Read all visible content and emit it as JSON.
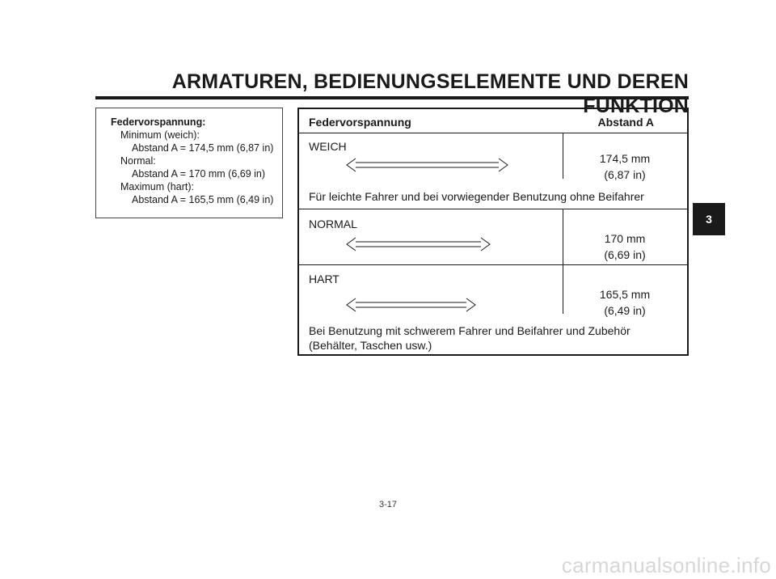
{
  "header": {
    "title": "ARMATUREN, BEDIENUNGSELEMENTE UND DEREN FUNKTION"
  },
  "spec": {
    "heading": "Federvorspannung:",
    "min_label": "Minimum (weich):",
    "min_value": "Abstand A = 174,5 mm (6,87 in)",
    "normal_label": "Normal:",
    "normal_value": "Abstand A = 170 mm (6,69 in)",
    "max_label": "Maximum (hart):",
    "max_value": "Abstand A = 165,5 mm (6,49 in)"
  },
  "table": {
    "col1": "Federvorspannung",
    "col2": "Abstand A",
    "rows": [
      {
        "label": "WEICH",
        "mm": "174,5 mm",
        "in": "(6,87 in)",
        "note": "Für leichte Fahrer und bei vorwiegender Benutzung ohne Beifahrer"
      },
      {
        "label": "NORMAL",
        "mm": "170 mm",
        "in": "(6,69 in)"
      },
      {
        "label": "HART",
        "mm": "165,5 mm",
        "in": "(6,49 in)",
        "note1": "Bei Benutzung mit schwerem Fahrer und Beifahrer und Zubehör",
        "note2": "(Behälter, Taschen usw.)"
      }
    ]
  },
  "chapter": "3",
  "page_number": "3-17",
  "watermark": "carmanualsonline.info"
}
